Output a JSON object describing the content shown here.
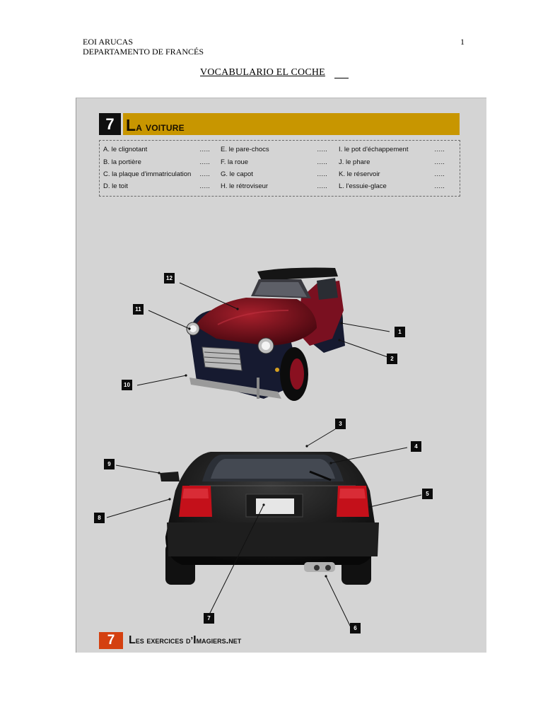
{
  "header": {
    "school": "EOI ARUCAS",
    "department": "DEPARTAMENTO DE FRANCÉS",
    "page_number": "1",
    "title": "VOCABULARIO EL COCHE"
  },
  "worksheet": {
    "number": "7",
    "title_first": "L",
    "title_rest": "a voiture",
    "vocabulary": [
      {
        "text": "A. le clignotant",
        "blank": "….."
      },
      {
        "text": "B. la portière",
        "blank": "….."
      },
      {
        "text": "C. la plaque d'immatriculation",
        "blank": "….."
      },
      {
        "text": "D. le toit",
        "blank": "….."
      },
      {
        "text": "E. le pare-chocs",
        "blank": "….."
      },
      {
        "text": "F. la roue",
        "blank": "….."
      },
      {
        "text": "G. le capot",
        "blank": "….."
      },
      {
        "text": "H. le rétroviseur",
        "blank": "….."
      },
      {
        "text": "I. le pot d'échappement",
        "blank": "….."
      },
      {
        "text": "J. le phare",
        "blank": "….."
      },
      {
        "text": "K. le réservoir",
        "blank": "….."
      },
      {
        "text": "L. l'essuie-glace",
        "blank": "….."
      }
    ],
    "labels": [
      "1",
      "2",
      "3",
      "4",
      "5",
      "6",
      "7",
      "8",
      "9",
      "10",
      "11",
      "12"
    ],
    "footer_number": "7",
    "footer_l": "L",
    "footer_es": "es exercices d’",
    "footer_i": "I",
    "footer_rest": "magiers.net"
  },
  "colors": {
    "band": "#c89600",
    "footer_badge": "#d44010",
    "label_bg": "#0c0c0c"
  }
}
